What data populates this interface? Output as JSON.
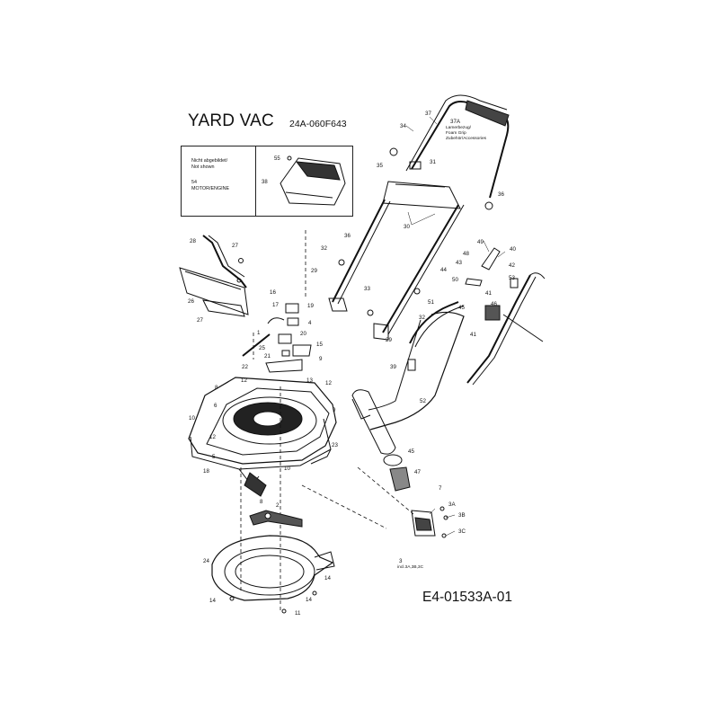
{
  "header": {
    "title": "YARD VAC",
    "model": "24A-060F643",
    "drawing_number": "E4-01533A-01"
  },
  "legend": {
    "not_shown_1": "Nicht abgebildet/",
    "not_shown_2": "Not shown",
    "motor_num": "54",
    "motor_label": "MOTOR/ENGINE",
    "part_55": "55",
    "part_38": "38"
  },
  "foam_grip": {
    "num": "37A",
    "line1": "Lamerbezug/",
    "line2": "Foam Grip",
    "line3": "Zubehör/Accessories"
  },
  "callout_3_note": "incl.3A,3B,3C",
  "callouts": [
    {
      "id": "c34",
      "text": "34"
    },
    {
      "id": "c37",
      "text": "37"
    },
    {
      "id": "c35",
      "text": "35"
    },
    {
      "id": "c31",
      "text": "31"
    },
    {
      "id": "c36a",
      "text": "36"
    },
    {
      "id": "c30",
      "text": "30"
    },
    {
      "id": "c36b",
      "text": "36"
    },
    {
      "id": "c32a",
      "text": "32"
    },
    {
      "id": "c29a",
      "text": "29"
    },
    {
      "id": "c33",
      "text": "33"
    },
    {
      "id": "c29b",
      "text": "29"
    },
    {
      "id": "c32b",
      "text": "32"
    },
    {
      "id": "c49",
      "text": "49"
    },
    {
      "id": "c40",
      "text": "40"
    },
    {
      "id": "c48",
      "text": "48"
    },
    {
      "id": "c43",
      "text": "43"
    },
    {
      "id": "c42",
      "text": "42"
    },
    {
      "id": "c44",
      "text": "44"
    },
    {
      "id": "c50",
      "text": "50"
    },
    {
      "id": "c53",
      "text": "53"
    },
    {
      "id": "c51",
      "text": "51"
    },
    {
      "id": "c45a",
      "text": "45"
    },
    {
      "id": "c46",
      "text": "46"
    },
    {
      "id": "c41a",
      "text": "41"
    },
    {
      "id": "c41b",
      "text": "41"
    },
    {
      "id": "c39",
      "text": "39"
    },
    {
      "id": "c52",
      "text": "52"
    },
    {
      "id": "c45b",
      "text": "45"
    },
    {
      "id": "c47",
      "text": "47"
    },
    {
      "id": "c7",
      "text": "7"
    },
    {
      "id": "c3A",
      "text": "3A"
    },
    {
      "id": "c3B",
      "text": "3B"
    },
    {
      "id": "c3C",
      "text": "3C"
    },
    {
      "id": "c3",
      "text": "3"
    },
    {
      "id": "c28",
      "text": "28"
    },
    {
      "id": "c27a",
      "text": "27"
    },
    {
      "id": "c26",
      "text": "26"
    },
    {
      "id": "c27b",
      "text": "27"
    },
    {
      "id": "c16",
      "text": "16"
    },
    {
      "id": "c17",
      "text": "17"
    },
    {
      "id": "c19",
      "text": "19"
    },
    {
      "id": "c4",
      "text": "4"
    },
    {
      "id": "c1",
      "text": "1"
    },
    {
      "id": "c20",
      "text": "20"
    },
    {
      "id": "c25",
      "text": "25"
    },
    {
      "id": "c15",
      "text": "15"
    },
    {
      "id": "c21",
      "text": "21"
    },
    {
      "id": "c9a",
      "text": "9"
    },
    {
      "id": "c22",
      "text": "22"
    },
    {
      "id": "c12a",
      "text": "12"
    },
    {
      "id": "c13",
      "text": "13"
    },
    {
      "id": "c12b",
      "text": "12"
    },
    {
      "id": "c8a",
      "text": "8"
    },
    {
      "id": "c6",
      "text": "6"
    },
    {
      "id": "c9b",
      "text": "9"
    },
    {
      "id": "c10a",
      "text": "10"
    },
    {
      "id": "c12c",
      "text": "12"
    },
    {
      "id": "c23",
      "text": "23"
    },
    {
      "id": "c5",
      "text": "5"
    },
    {
      "id": "c18",
      "text": "18"
    },
    {
      "id": "c10b",
      "text": "10"
    },
    {
      "id": "c8b",
      "text": "8"
    },
    {
      "id": "c2",
      "text": "2"
    },
    {
      "id": "c24",
      "text": "24"
    },
    {
      "id": "c14a",
      "text": "14"
    },
    {
      "id": "c14b",
      "text": "14"
    },
    {
      "id": "c14c",
      "text": "14"
    },
    {
      "id": "c11",
      "text": "11"
    }
  ]
}
